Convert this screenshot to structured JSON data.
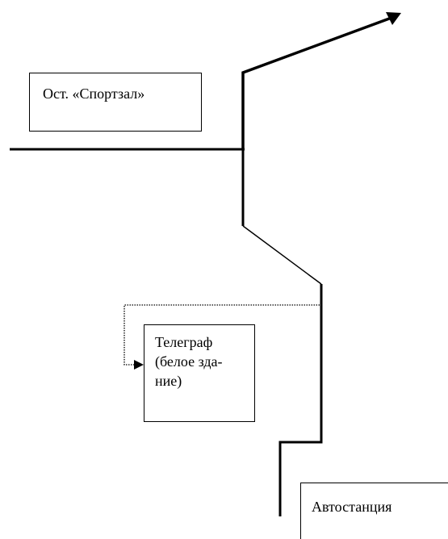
{
  "labels": {
    "bus_stop": "Ост. «Спортзал»",
    "telegraph": [
      "Телеграф",
      "(белое зда-",
      "ние)"
    ],
    "bus_station": "Автостанция"
  },
  "colors": {
    "line": "#000000",
    "background": "#ffffff"
  },
  "icons": {
    "direction_arrow": "arrow-head-icon",
    "turn_arrow": "arrow-head-icon"
  }
}
